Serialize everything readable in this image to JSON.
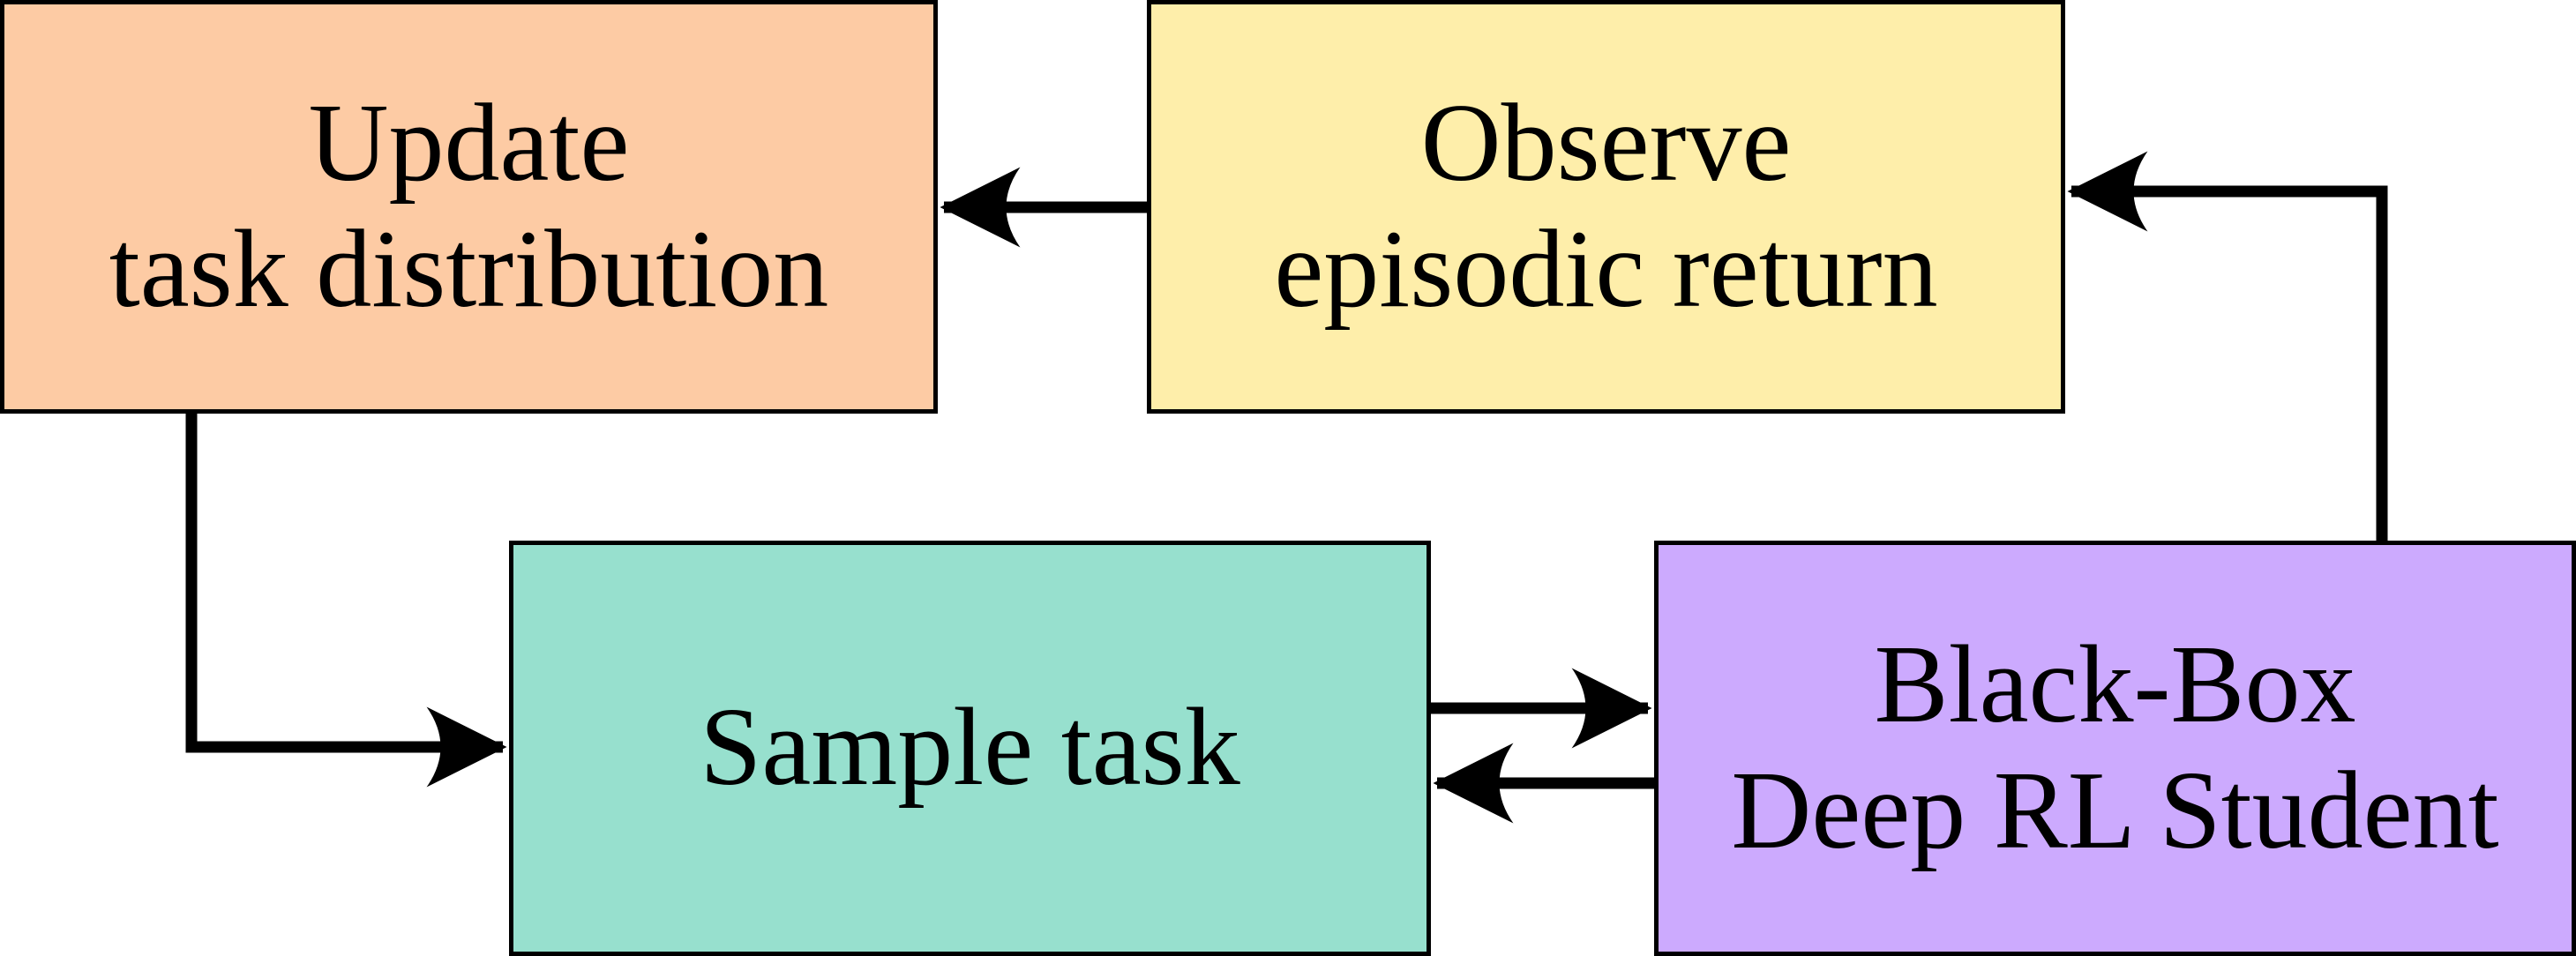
{
  "diagram": {
    "background": "#ffffff",
    "arrow_color": "#000000",
    "text_color": "#000000",
    "nodes": [
      {
        "name": "update-task-distribution",
        "lines": [
          "Update",
          "task distribution"
        ],
        "fill": "#FDCBA4",
        "border": "#000000"
      },
      {
        "name": "observe-episodic-return",
        "lines": [
          "Observe",
          "episodic return"
        ],
        "fill": "#FEEEAA",
        "border": "#000000"
      },
      {
        "name": "sample-task",
        "lines": [
          "Sample task"
        ],
        "fill": "#97E0CE",
        "border": "#000000"
      },
      {
        "name": "black-box-deep-rl-student",
        "lines": [
          "Black-Box",
          "Deep RL Student"
        ],
        "fill": "#CCAAFE",
        "border": "#000000"
      }
    ],
    "edges": [
      {
        "name": "observe-to-update",
        "from": "observe-episodic-return",
        "to": "update-task-distribution"
      },
      {
        "name": "update-to-sample",
        "from": "update-task-distribution",
        "to": "sample-task"
      },
      {
        "name": "sample-to-student",
        "from": "sample-task",
        "to": "black-box-deep-rl-student"
      },
      {
        "name": "student-to-sample",
        "from": "black-box-deep-rl-student",
        "to": "sample-task"
      },
      {
        "name": "student-to-observe",
        "from": "black-box-deep-rl-student",
        "to": "observe-episodic-return"
      }
    ]
  }
}
